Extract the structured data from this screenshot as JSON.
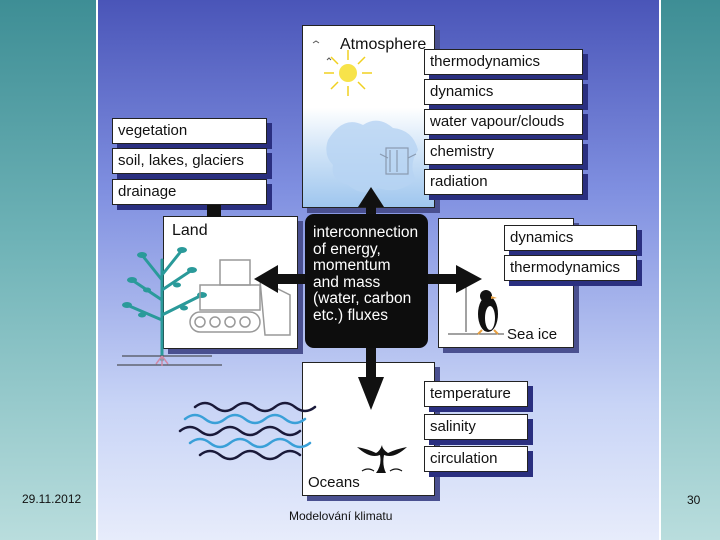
{
  "slide": {
    "date": "29.11.2012",
    "footer_title": "Modelování klimatu",
    "page_number": "30"
  },
  "diagram": {
    "center_text": "interconnection\nof energy,\nmomentum\nand mass\n(water, carbon\netc.) fluxes",
    "atmosphere": {
      "title": "Atmosphere",
      "tags": [
        "thermodynamics",
        "dynamics",
        "water vapour/clouds",
        "chemistry",
        "radiation"
      ]
    },
    "land": {
      "title": "Land",
      "tags": [
        "vegetation",
        "soil, lakes, glaciers",
        "drainage"
      ]
    },
    "sea_ice": {
      "title": "Sea ice",
      "tags": [
        "dynamics",
        "thermodynamics"
      ]
    },
    "oceans": {
      "title": "Oceans",
      "tags": [
        "temperature",
        "salinity",
        "circulation"
      ]
    }
  },
  "colors": {
    "arrow": "#111111",
    "wave_dark": "#1a1a3a",
    "wave_light": "#3aa0d8",
    "tree": "#2a9a9a"
  }
}
